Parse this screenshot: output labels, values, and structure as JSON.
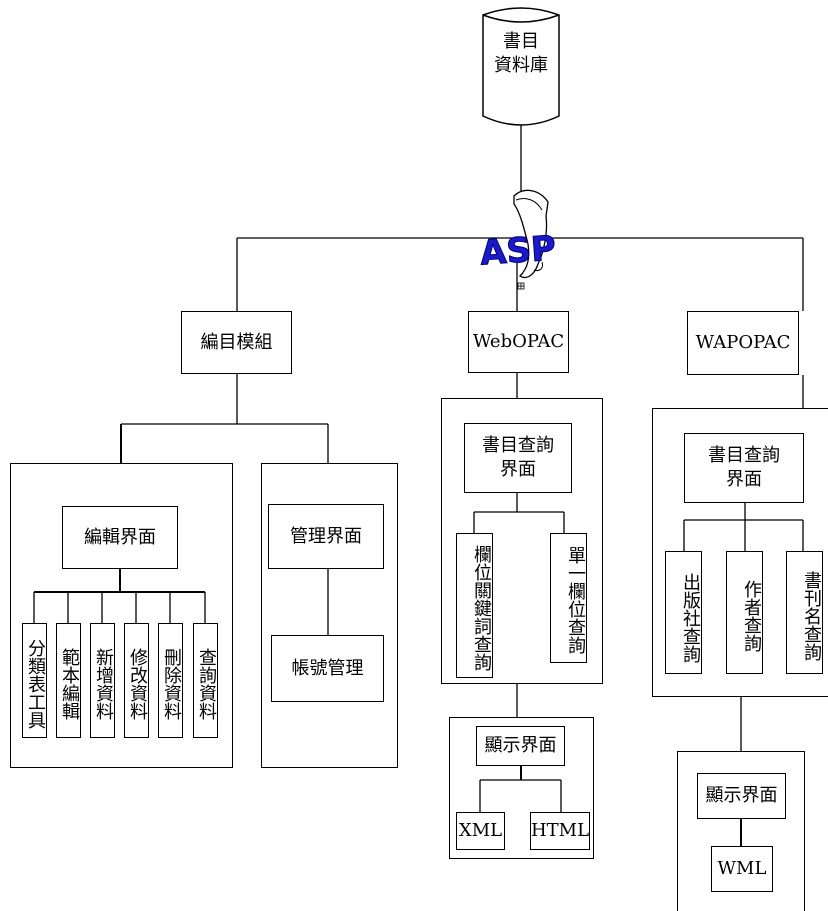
{
  "database": {
    "label": "書目\n資料庫"
  },
  "connector": {
    "label": "ASP"
  },
  "modules": {
    "catalog": {
      "title": "編目模組",
      "editing": {
        "title": "編輯界面",
        "functions": [
          "分類表工具",
          "範本編輯",
          "新增資料",
          "修改資料",
          "刪除資料",
          "查詢資料"
        ]
      },
      "admin": {
        "title": "管理界面",
        "account": "帳號管理"
      }
    },
    "webopac": {
      "title": "WebOPAC",
      "search": {
        "title": "書目查詢\n界面",
        "functions": [
          "欄位關鍵詞查詢",
          "單一欄位查詢"
        ]
      },
      "display": {
        "title": "顯示界面",
        "formats": [
          "XML",
          "HTML"
        ]
      }
    },
    "wapopac": {
      "title": "WAPOPAC",
      "search": {
        "title": "書目查詢\n界面",
        "functions": [
          "出版社查詢",
          "作者查詢",
          "書刊名查詢"
        ]
      },
      "display": {
        "title": "顯示界面",
        "formats": [
          "WML"
        ]
      }
    }
  },
  "colors": {
    "asp_fill": "#1a1acc",
    "asp_outline": "#000080",
    "scroll_fill": "#ffffff"
  }
}
